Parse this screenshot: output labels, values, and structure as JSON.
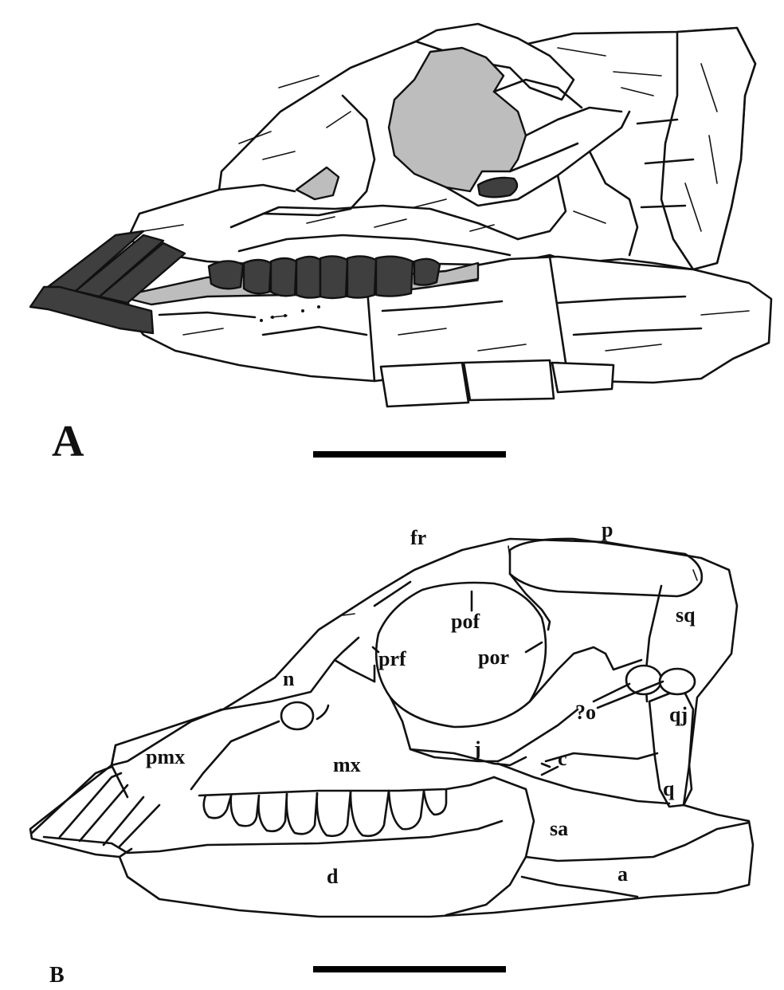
{
  "panels": {
    "a": {
      "label": "A"
    },
    "b": {
      "label": "B"
    }
  },
  "labels": {
    "fr": "fr",
    "p": "p",
    "pof": "pof",
    "sq": "sq",
    "prf": "prf",
    "por": "por",
    "n": "n",
    "o": "?o",
    "qj": "qj",
    "pmx": "pmx",
    "mx": "mx",
    "j": "j",
    "c": "c",
    "q": "q",
    "sa": "sa",
    "d": "d",
    "a": "a"
  },
  "colors": {
    "outline": "#111111",
    "cavity": "#bdbdbd",
    "teeth": "#3f3f3f",
    "background": "#ffffff"
  }
}
